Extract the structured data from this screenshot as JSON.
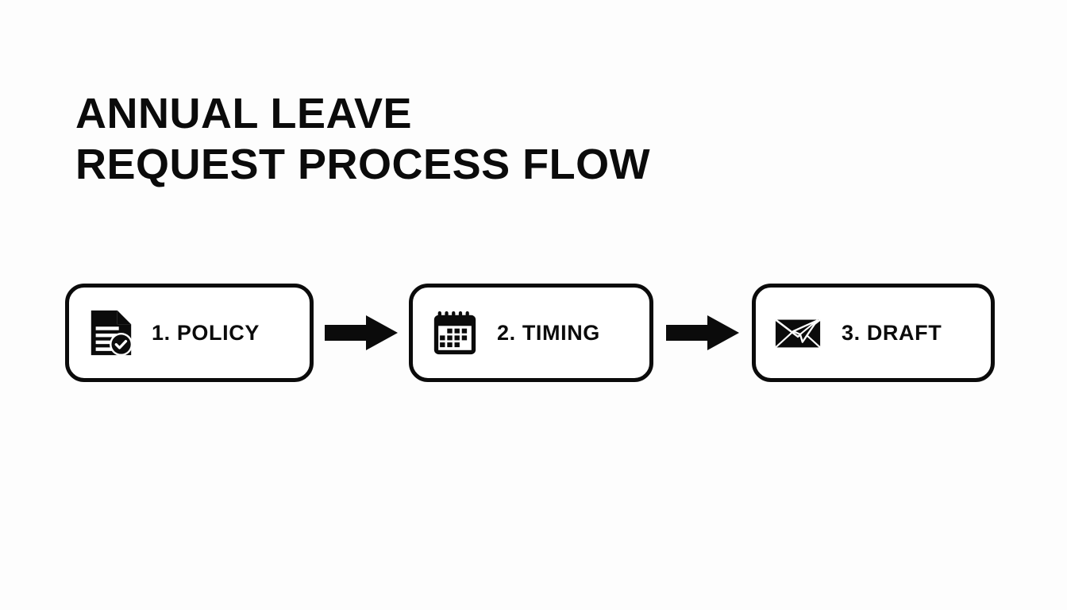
{
  "canvas": {
    "background_color": "#fdfdfd",
    "ink_color": "#0b0b0b"
  },
  "title": {
    "line1": "ANNUAL LEAVE",
    "line2": "REQUEST PROCESS FLOW"
  },
  "flow": {
    "steps": [
      {
        "label": "1. POLICY",
        "icon": "document-check-icon"
      },
      {
        "label": "2. TIMING",
        "icon": "calendar-icon"
      },
      {
        "label": "3. DRAFT",
        "icon": "envelope-send-icon"
      }
    ],
    "connectors": [
      {
        "icon": "arrow-right-icon"
      },
      {
        "icon": "arrow-right-icon"
      }
    ]
  }
}
